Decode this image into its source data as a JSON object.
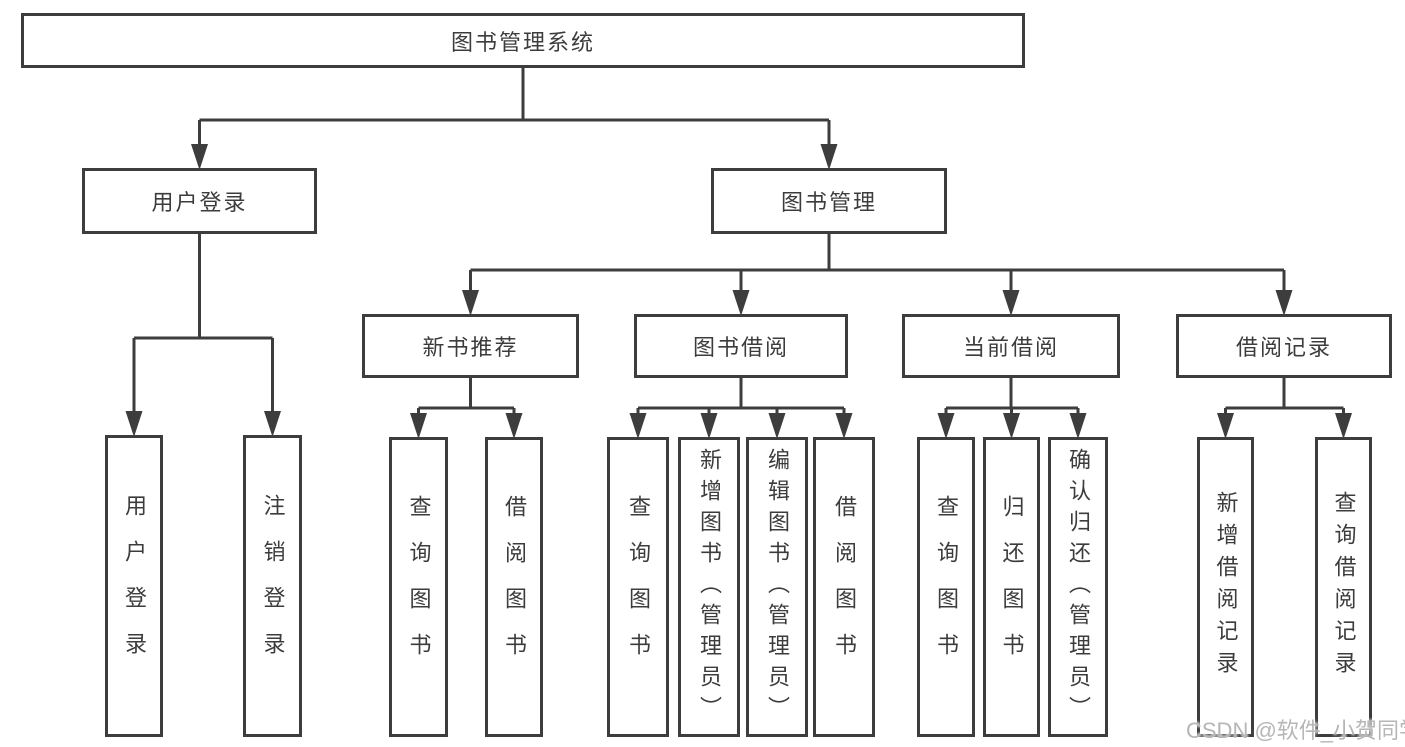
{
  "watermark": "CSDN @软件_小贺同学",
  "colors": {
    "line": "#3d3d3d",
    "box_border": "#3d3d3d",
    "text": "#3c3c3c",
    "box_background": "#ffffff",
    "watermark": "#b6b6b6",
    "page_background": "#ffffff"
  },
  "tree": {
    "id": "root",
    "label": "图书管理系统",
    "children": [
      {
        "id": "user-login",
        "label": "用户登录",
        "children": [
          {
            "id": "user-login-leaf",
            "label": "用户登录"
          },
          {
            "id": "logout-leaf",
            "label": "注销登录"
          }
        ]
      },
      {
        "id": "book-management",
        "label": "图书管理",
        "children": [
          {
            "id": "new-book-recommend",
            "label": "新书推荐",
            "children": [
              {
                "id": "nb-query",
                "label": "查询图书"
              },
              {
                "id": "nb-borrow",
                "label": "借阅图书"
              }
            ]
          },
          {
            "id": "book-borrow",
            "label": "图书借阅",
            "children": [
              {
                "id": "bb-query",
                "label": "查询图书"
              },
              {
                "id": "bb-add",
                "label": "新增图书（管理员）"
              },
              {
                "id": "bb-edit",
                "label": "编辑图书（管理员）"
              },
              {
                "id": "bb-borrow",
                "label": "借阅图书"
              }
            ]
          },
          {
            "id": "current-borrow",
            "label": "当前借阅",
            "children": [
              {
                "id": "cb-query",
                "label": "查询图书"
              },
              {
                "id": "cb-return",
                "label": "归还图书"
              },
              {
                "id": "cb-confirm",
                "label": "确认归还（管理员）"
              }
            ]
          },
          {
            "id": "borrow-record",
            "label": "借阅记录",
            "children": [
              {
                "id": "br-add",
                "label": "新增借阅记录"
              },
              {
                "id": "br-query",
                "label": "查询借阅记录"
              }
            ]
          }
        ]
      }
    ]
  }
}
